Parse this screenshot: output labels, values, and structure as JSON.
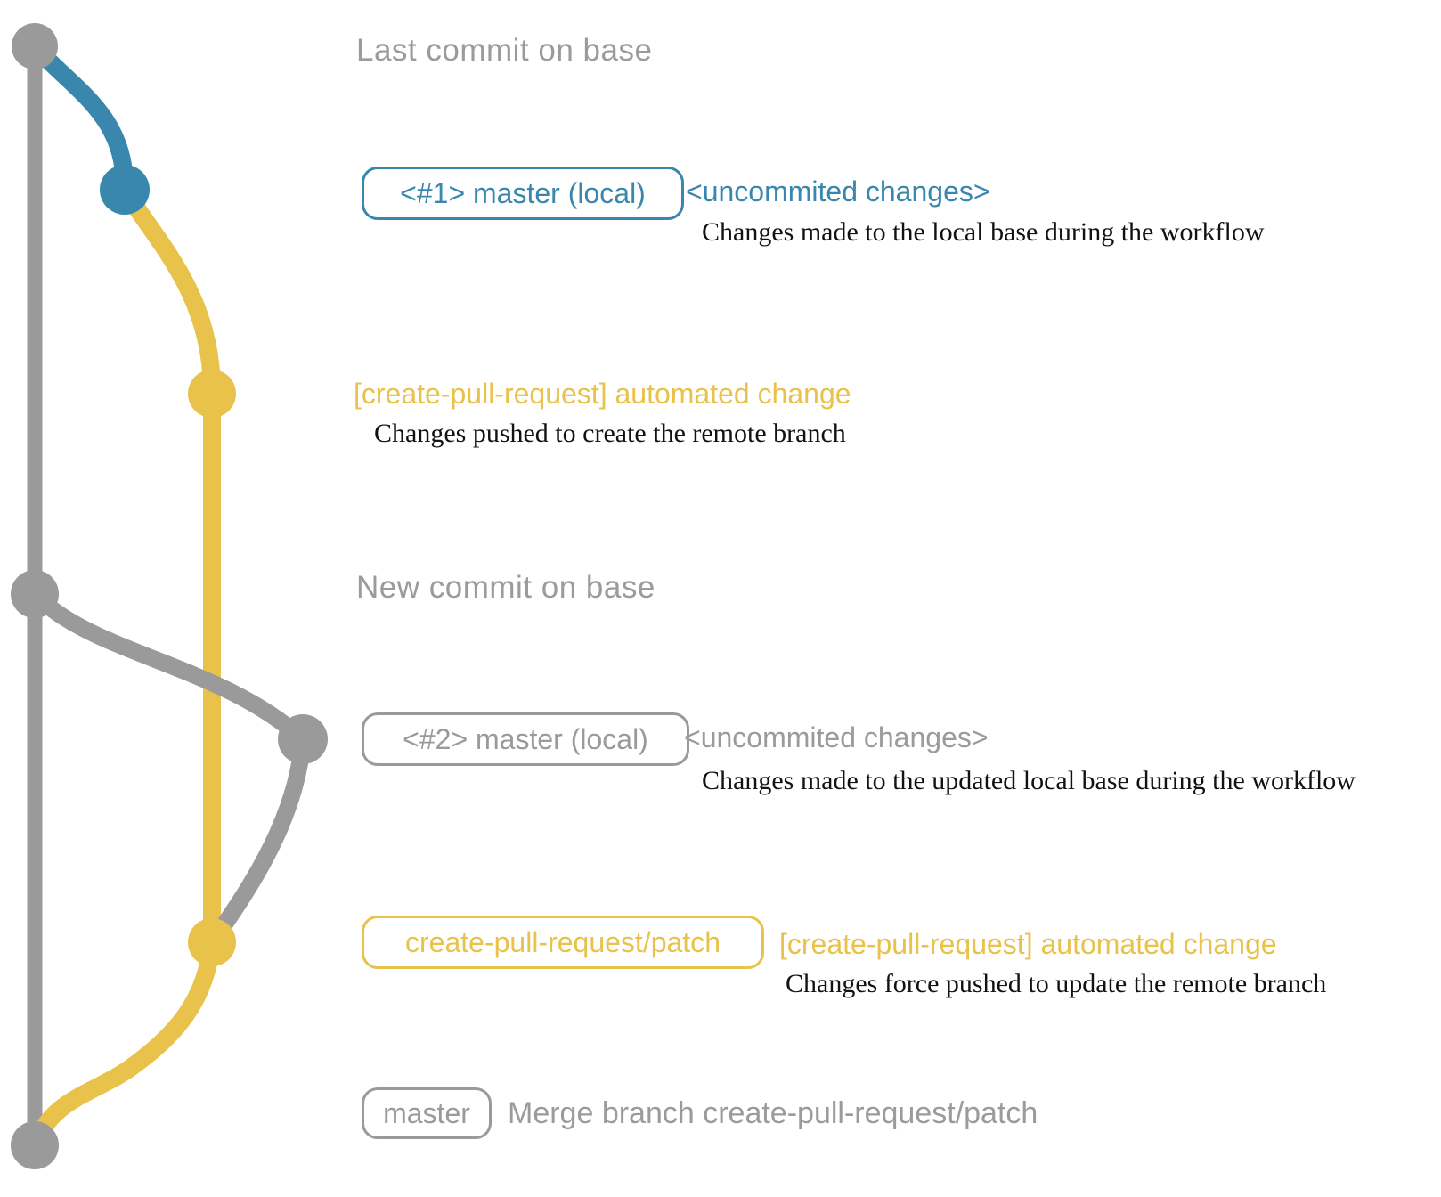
{
  "colors": {
    "gray": "#9a9a9a",
    "blue": "#3a87ad",
    "yellow": "#e8c24a"
  },
  "annotations": {
    "top_label": "Last commit on base",
    "mid_label": "New commit on base",
    "row1": {
      "badge": "<#1> master (local)",
      "tag": "<uncommited changes>",
      "desc": "Changes made to the local base during the workflow"
    },
    "commit1": {
      "title": "[create-pull-request] automated change",
      "desc": "Changes pushed to create the remote branch"
    },
    "row2": {
      "badge": "<#2> master (local)",
      "tag": "<uncommited changes>",
      "desc": "Changes made to the updated local base during the workflow"
    },
    "row3": {
      "badge": "create-pull-request/patch",
      "title": "[create-pull-request] automated change",
      "desc": "Changes force pushed to update the remote branch"
    },
    "row4": {
      "badge": "master",
      "desc": "Merge branch create-pull-request/patch"
    }
  }
}
